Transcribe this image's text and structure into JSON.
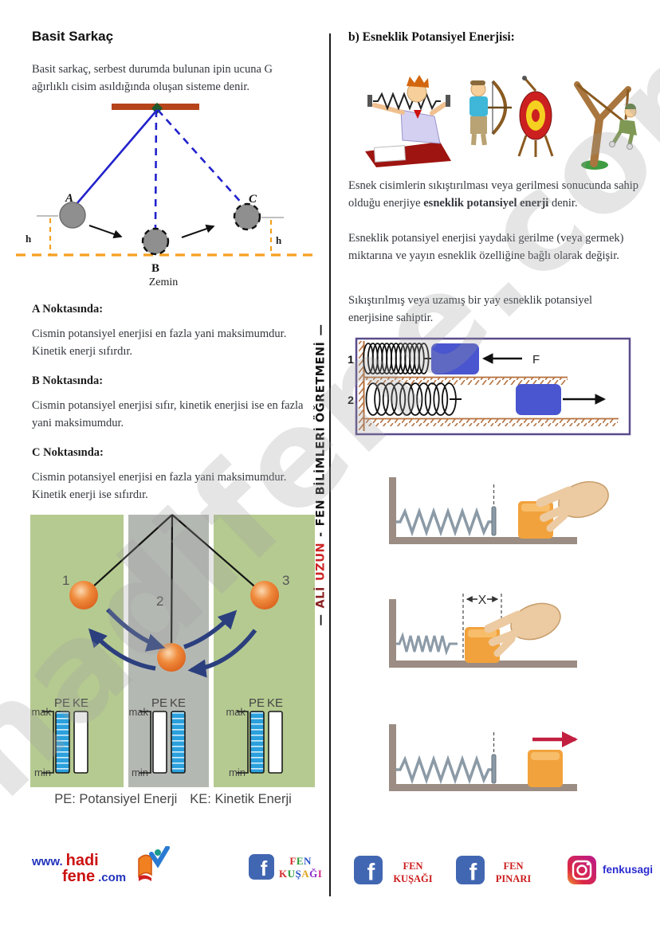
{
  "watermark": {
    "text": "hadifene.com"
  },
  "credit": {
    "dash": "—",
    "name_first": "ALİ",
    "name_last": "UZUN",
    "sep": "-",
    "title": "FEN BİLİMLERİ ÖĞRETMENİ"
  },
  "left": {
    "title": "Basit Sarkaç",
    "intro": "Basit sarkaç, serbest durumda bulunan ipin ucuna G ağırlıklı cisim asıldığında oluşan sisteme denir.",
    "pendulum": {
      "label_a": "A",
      "label_b": "B",
      "label_c": "C",
      "label_h": "h",
      "ground_label": "Zemin"
    },
    "sections": [
      {
        "heading": "A Noktasında:",
        "body": "Cismin potansiyel enerjisi en fazla yani maksimumdur. Kinetik enerji sıfırdır."
      },
      {
        "heading": "B Noktasında:",
        "body": "Cismin potansiyel enerjisi sıfır, kinetik enerjisi ise en fazla yani maksimumdur."
      },
      {
        "heading": "C Noktasında:",
        "body": "Cismin potansiyel enerjisi en fazla yani maksimumdur. Kinetik enerji ise sıfırdır."
      }
    ],
    "energy": {
      "pos_labels": [
        "1",
        "2",
        "3"
      ],
      "mak": "mak",
      "min": "min",
      "pe": "PE",
      "ke": "KE",
      "panels": [
        {
          "pe": "full",
          "ke": "empty"
        },
        {
          "pe": "empty",
          "ke": "full"
        },
        {
          "pe": "full",
          "ke": "empty"
        }
      ],
      "caption_pe": "PE: Potansiyel Enerji",
      "caption_ke": "KE: Kinetik Enerji"
    },
    "footer": {
      "www": "www.",
      "hadi": "hadi",
      "fene": "fene",
      "com": ".com",
      "fb_line1": "FEN",
      "fb_line2": "KUŞAĞI"
    }
  },
  "right": {
    "title": "b) Esneklik Potansiyel Enerjisi:",
    "para1_pre": "Esnek cisimlerin sıkıştırılması veya gerilmesi sonucunda sahip olduğu enerjiye ",
    "para1_bold": "esneklik potansiyel enerji",
    "para1_post": " denir.",
    "para2": "Esneklik potansiyel enerjisi yaydaki gerilme (veya germek) miktarına ve yayın esneklik özelliğine bağlı olarak değişir.",
    "para3": "Sıkıştırılmış veya uzamış bir yay esneklik potansiyel enerjisine sahiptir.",
    "spring_box": {
      "label_1": "1",
      "label_2": "2",
      "force_label": "F"
    },
    "scene2": {
      "x_label": "X"
    },
    "footer": [
      {
        "network": "facebook",
        "line1": "FEN",
        "line2": "KUŞAĞI"
      },
      {
        "network": "facebook",
        "line1": "FEN",
        "line2": "PINARI"
      },
      {
        "network": "instagram",
        "label": "fenkusagi"
      }
    ]
  },
  "icons": {
    "facebook_letter": "f"
  },
  "colors": {
    "string_blue": "#2222cc",
    "orange_dash": "#f5a020",
    "bar_blue": "#2ba0dc",
    "box_border": "#5b4b8b",
    "block_blue": "#4956cf",
    "red_text": "#cc1d1d",
    "fb_blue": "#4267b2",
    "energy_green": "#b5ca90",
    "energy_gray": "#b4b8b2"
  }
}
